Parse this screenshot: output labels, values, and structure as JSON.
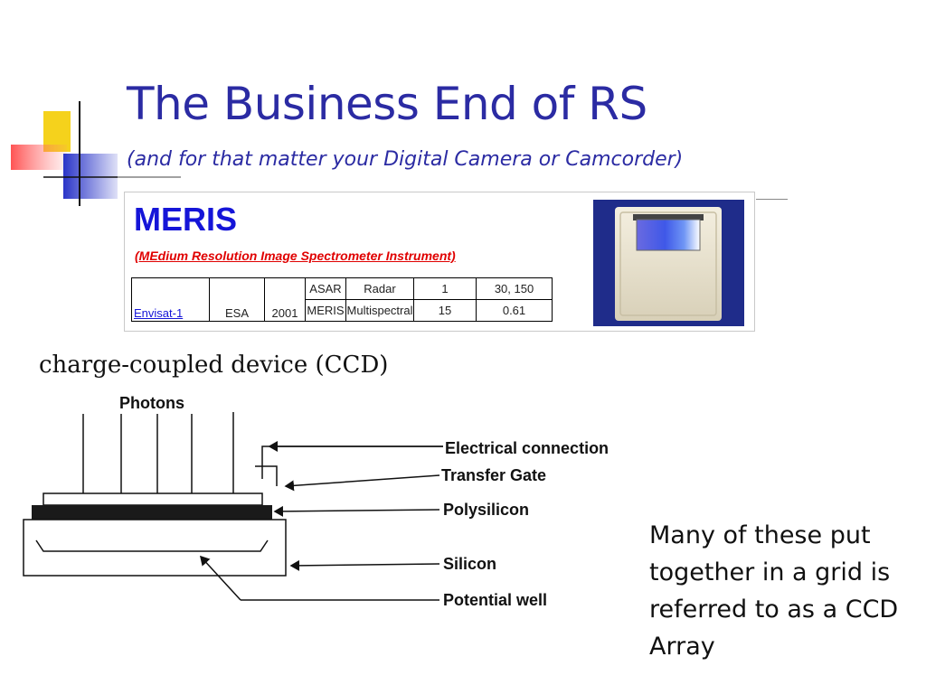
{
  "slide": {
    "title": "The Business End of RS",
    "subtitle": "(and for that matter your Digital Camera or Camcorder)"
  },
  "meris": {
    "heading": "MERIS",
    "full_name": "(MEdium Resolution Image Spectrometer Instrument)",
    "table": {
      "satellite": "Envisat-1",
      "agency": "ESA",
      "year": "2001",
      "rows": [
        {
          "sensor": "ASAR",
          "type": "Radar",
          "bands": "1",
          "resolution": "30, 150"
        },
        {
          "sensor": "MERIS",
          "type": "Multispectral",
          "bands": "15",
          "resolution": "0.61"
        }
      ]
    }
  },
  "ccd": {
    "caption": "charge-coupled device (CCD)",
    "diagram_labels": {
      "photons": "Photons",
      "electrical_connection": "Electrical connection",
      "transfer_gate": "Transfer Gate",
      "polysilicon": "Polysilicon",
      "silicon": "Silicon",
      "potential_well": "Potential well"
    }
  },
  "side_text": "Many of these put together in a grid is referred to as a CCD Array",
  "colors": {
    "title": "#2b2ba3",
    "meris_heading": "#1515d8",
    "meris_subtitle": "#e00000",
    "decor_yellow": "#f5d21c",
    "decor_blue": "#2a35c8",
    "decor_red": "#ff5a5a"
  }
}
